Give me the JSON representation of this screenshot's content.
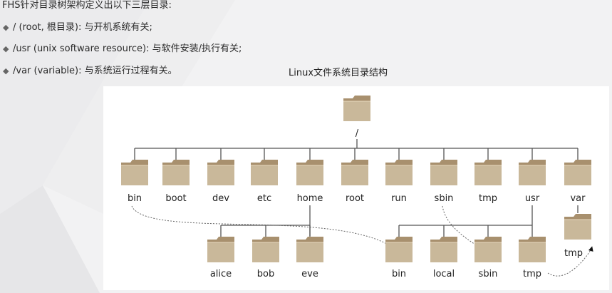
{
  "intro": "FHS针对目录树架构定义出以下三层目录:",
  "bullets": [
    {
      "icon": "diamond-bullet-icon",
      "text": "/ (root, 根目录): 与开机系统有关;"
    },
    {
      "icon": "diamond-bullet-icon",
      "text": "/usr (unix software resource): 与软件安装/执行有关;"
    },
    {
      "icon": "diamond-bullet-icon",
      "text": "/var (variable): 与系统运行过程有关。"
    }
  ],
  "diagram_caption": "Linux文件系统目录结构",
  "tree": {
    "root": {
      "label": "/",
      "icon": "folder-icon"
    },
    "level1": [
      {
        "label": "bin",
        "icon": "folder-icon"
      },
      {
        "label": "boot",
        "icon": "folder-icon"
      },
      {
        "label": "dev",
        "icon": "folder-icon"
      },
      {
        "label": "etc",
        "icon": "folder-icon"
      },
      {
        "label": "home",
        "icon": "folder-icon"
      },
      {
        "label": "root",
        "icon": "folder-icon"
      },
      {
        "label": "run",
        "icon": "folder-icon"
      },
      {
        "label": "sbin",
        "icon": "folder-icon"
      },
      {
        "label": "tmp",
        "icon": "folder-icon"
      },
      {
        "label": "usr",
        "icon": "folder-icon"
      },
      {
        "label": "var",
        "icon": "folder-icon"
      }
    ],
    "home_children": [
      {
        "label": "alice",
        "icon": "folder-icon"
      },
      {
        "label": "bob",
        "icon": "folder-icon"
      },
      {
        "label": "eve",
        "icon": "folder-icon"
      }
    ],
    "usr_children": [
      {
        "label": "bin",
        "icon": "folder-icon"
      },
      {
        "label": "local",
        "icon": "folder-icon"
      },
      {
        "label": "sbin",
        "icon": "folder-icon"
      },
      {
        "label": "tmp",
        "icon": "folder-icon"
      }
    ],
    "var_children": [
      {
        "label": "tmp",
        "icon": "folder-icon"
      }
    ],
    "links": [
      {
        "from": "bin",
        "to": "usr/bin"
      },
      {
        "from": "sbin",
        "to": "usr/sbin"
      },
      {
        "from": "usr/tmp",
        "to": "var/tmp"
      }
    ]
  },
  "colors": {
    "folder_body": "#c9b89a",
    "folder_top": "#a8906e",
    "line": "#555555",
    "background": "#f2f2f3"
  }
}
